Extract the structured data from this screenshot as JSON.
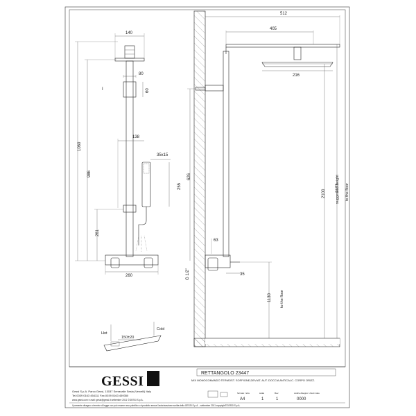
{
  "front_view": {
    "dims": {
      "head_width": "140",
      "arm_width": "80",
      "arm_height": "60",
      "slider_offset": "138",
      "handle_size": "35x15",
      "handle_length": "255",
      "total_height": "1060",
      "column_height": "986",
      "valve_height": "261",
      "valve_width": "260"
    },
    "cut_mark": "I"
  },
  "side_view": {
    "dims": {
      "projection_total": "512",
      "projection_arm": "405",
      "head_diameter": "216",
      "bar_height": "626",
      "outlet_size": "63",
      "connection": "G 1/2\"",
      "wall_offset": "35",
      "valve_height_floor": "1130",
      "to_the_floor_1": "to the floor",
      "suggested_height": "2100",
      "suggested_label": "suggested height",
      "floor_height": "2173",
      "to_the_floor_2": "to the floor"
    }
  },
  "detail": {
    "hot": "Hot",
    "cold": "Cold",
    "dim": "150±20"
  },
  "title_block": {
    "logo": "GESSI",
    "product_name": "RETTANGOLO  23447",
    "description": "MIX MONOCOMANDO TERMOST. SOFFIONE,DEVIAT. AUT. DOCCIA ANTICALC. CORPO ORIZZ.",
    "company": "Gessi S.p.A. Parco Gessi, 13037 Serravalle Sesia (Vercelli) Italy",
    "contacts": "Tel.0039 0163 454111 Fax.0039 0163 459350",
    "web": "www.gessi.com  e-mail: gessi@gessi.it  settembre 2011  ©GESSI S.p.A.",
    "fields": {
      "format_label": "formato / size",
      "format_value": "A4",
      "scale_label": "scala",
      "scale_value": "1",
      "rev_label": "Rev.",
      "rev_value": "1",
      "code_label": "codice disegno / client code",
      "code_value": "0000"
    },
    "disclaimer": "Il presente disegno a termine di legge non può essere reso pubblico o riprodotto senza l'autorizzazione scritta della GESSI S.p.A.  -  settembre 2011  copyright©GESSI S.p.A."
  }
}
